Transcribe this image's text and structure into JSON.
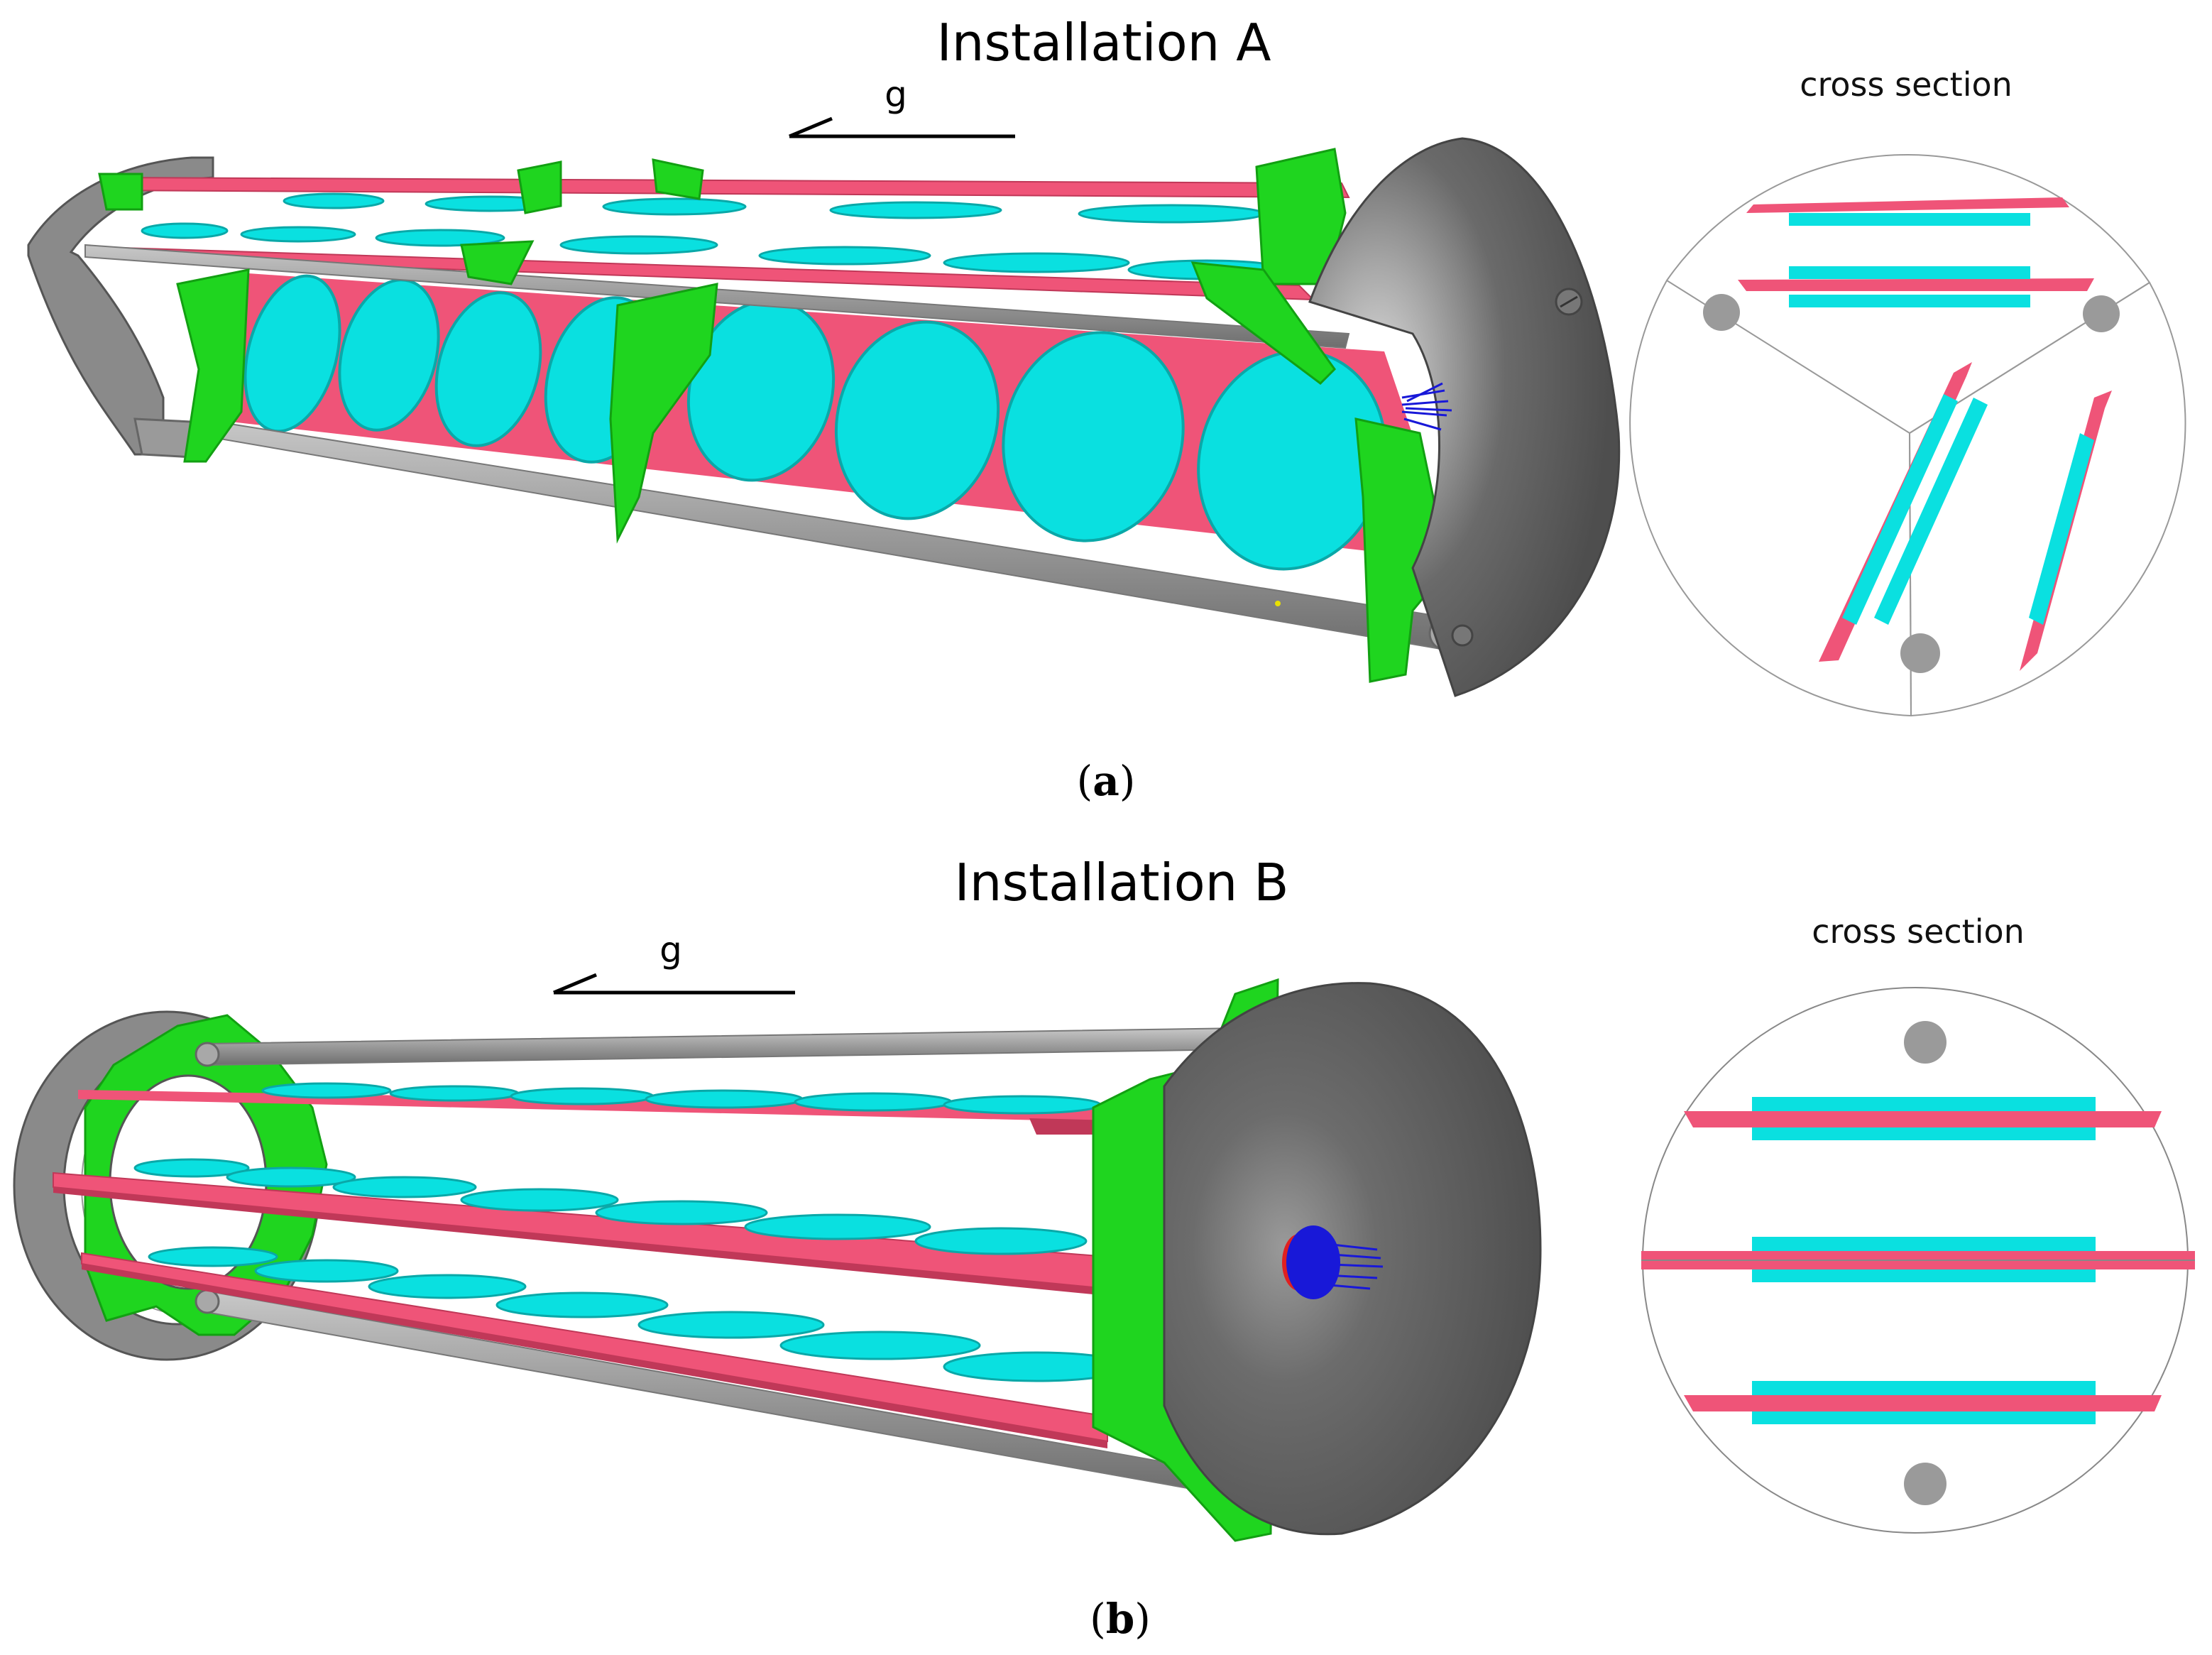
{
  "panel_a": {
    "title": "Installation A",
    "gravity_label": "g",
    "cross_section_label": "cross section",
    "caption_open": "(",
    "caption_letter": "a",
    "caption_close": ")"
  },
  "panel_b": {
    "title": "Installation B",
    "gravity_label": "g",
    "cross_section_label": "cross section",
    "caption_open": "(",
    "caption_letter": "b",
    "caption_close": ")"
  },
  "colors": {
    "plate": "#ef5478",
    "disc": "#0ae0e0",
    "frame": "#1fd51f",
    "rod": "#9a9a9a",
    "cone": "#5f5f5f",
    "jet": "#1818d8"
  }
}
